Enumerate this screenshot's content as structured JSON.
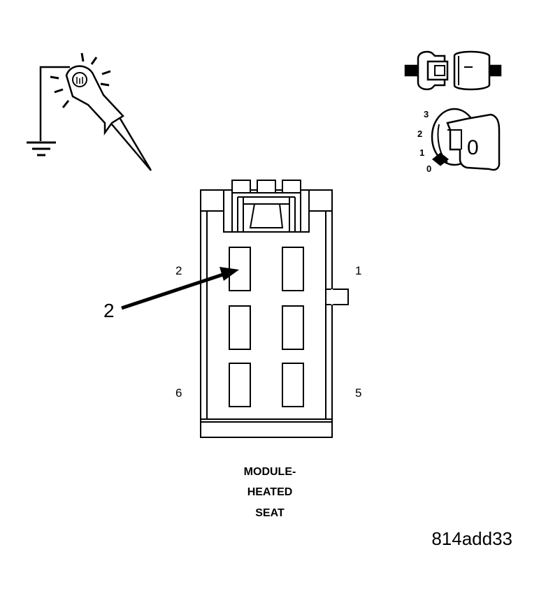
{
  "connector": {
    "pin_labels": {
      "top_left": "2",
      "top_right": "1",
      "bottom_left": "6",
      "bottom_right": "5"
    },
    "callout": "2",
    "caption_lines": [
      "MODULE-",
      "HEATED",
      "SEAT"
    ]
  },
  "ignition": {
    "position_marks": [
      "3",
      "2",
      "1",
      "0"
    ],
    "key_label": "0"
  },
  "figure_id": "814add33",
  "icons": [
    "test-probe-ground-icon",
    "unplug-connector-icon",
    "ignition-key-off-icon"
  ]
}
